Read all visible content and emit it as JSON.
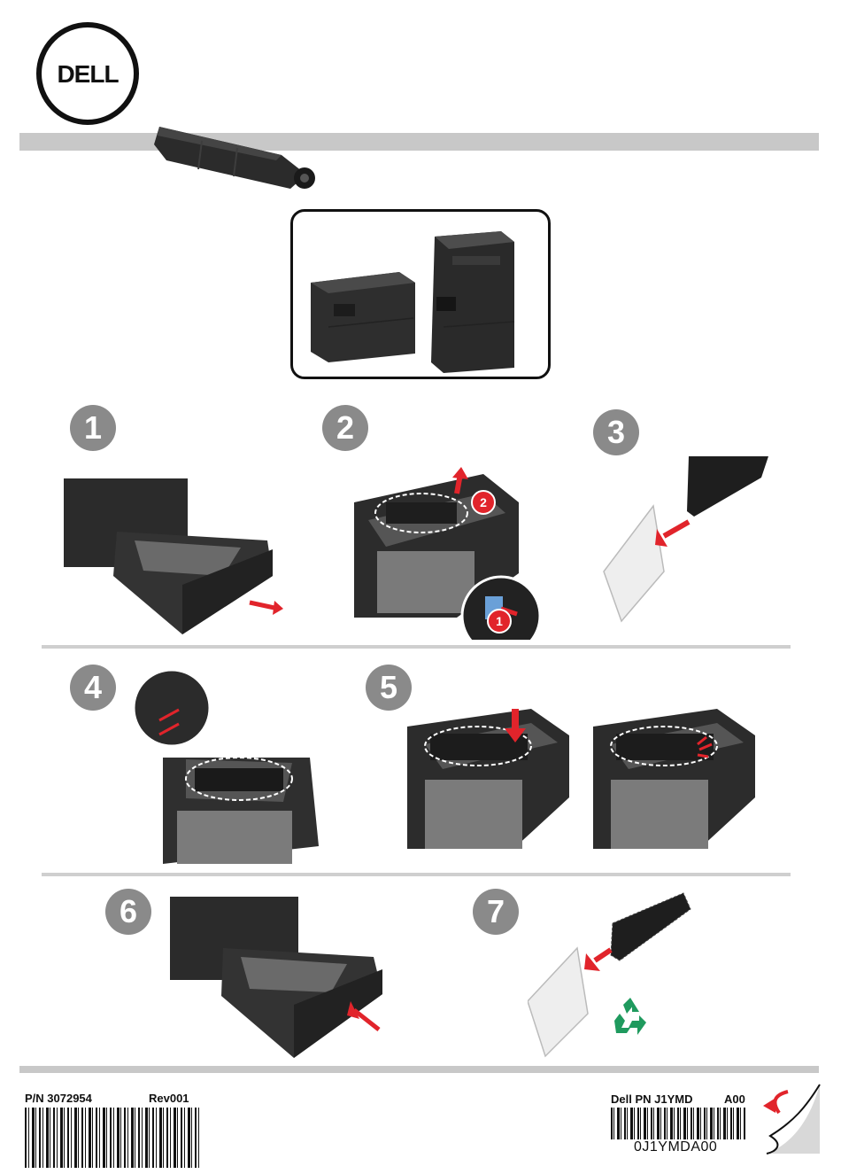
{
  "brand": {
    "logo_text": "DELL"
  },
  "steps": [
    {
      "number": "1"
    },
    {
      "number": "2",
      "callouts": [
        "1",
        "2"
      ]
    },
    {
      "number": "3"
    },
    {
      "number": "4"
    },
    {
      "number": "5"
    },
    {
      "number": "6"
    },
    {
      "number": "7"
    }
  ],
  "footer": {
    "part_number": "P/N 3072954",
    "revision": "Rev001",
    "dell_pn": "Dell PN J1YMD",
    "dell_rev": "A00",
    "barcode_text": "0J1YMDA00"
  },
  "colors": {
    "accent_red": "#e1242b",
    "recycle_green": "#1f9a5e",
    "step_gray": "#8a8a8a",
    "bar_gray": "#c8c8c8",
    "product_dark": "#2b2b2b"
  },
  "icons": [
    "dell-logo",
    "recycle-icon",
    "page-curl-icon"
  ]
}
